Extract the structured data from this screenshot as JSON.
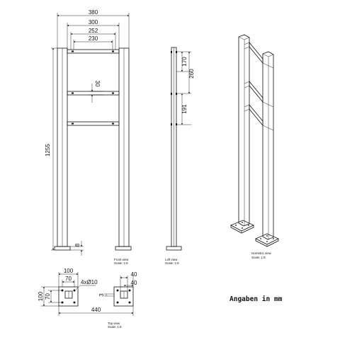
{
  "front": {
    "dim_380": "380",
    "dim_300": "300",
    "dim_252": "252",
    "dim_230": "230",
    "dim_30": "30",
    "dim_1255": "1255",
    "dim_8": "8",
    "caption_line1": "Front view",
    "caption_line2": "Scale: 1:8"
  },
  "left": {
    "dim_170": "170",
    "dim_260": "260",
    "dim_191": "191",
    "caption_line1": "Left view",
    "caption_line2": "Scale: 1:8"
  },
  "iso": {
    "caption_line1": "Isometric view",
    "caption_line2": "Scale: 1:8"
  },
  "top": {
    "dim_100w": "100",
    "dim_70w": "70",
    "dim_hole": "4xØ10",
    "dim_100h": "100",
    "dim_70h": "70",
    "dim_3": "3",
    "dim_40a": "40",
    "dim_40b": "40",
    "dim_440": "440",
    "caption_line1": "Top view",
    "caption_line2": "Scale: 1:8"
  },
  "note": "Angaben in mm"
}
